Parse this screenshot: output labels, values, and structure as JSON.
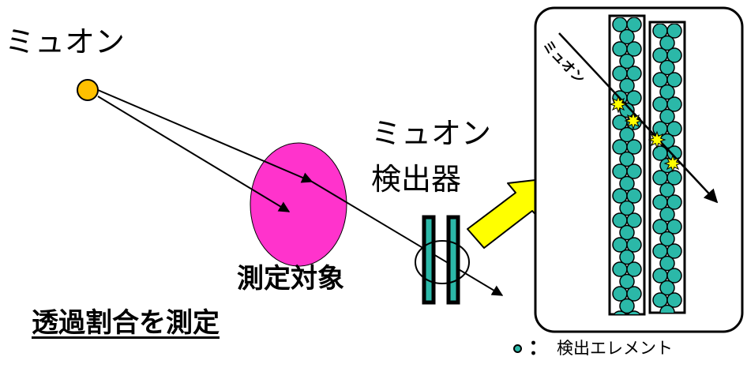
{
  "labels": {
    "muon": "ミュオン",
    "detector_line1": "ミュオン",
    "detector_line2": "検出器",
    "target": "測定対象",
    "caption": "透過割合を測定",
    "inset_muon": "ミュオン"
  },
  "legend": {
    "symbol": "circle",
    "separator": "：",
    "text": "検出エレメント"
  },
  "colors": {
    "muon_source": "#ffc000",
    "target": "#ff33cc",
    "detector_element": "#2bb8a8",
    "hit_burst": "#ffff00",
    "zoom_arrow": "#ffff00"
  }
}
